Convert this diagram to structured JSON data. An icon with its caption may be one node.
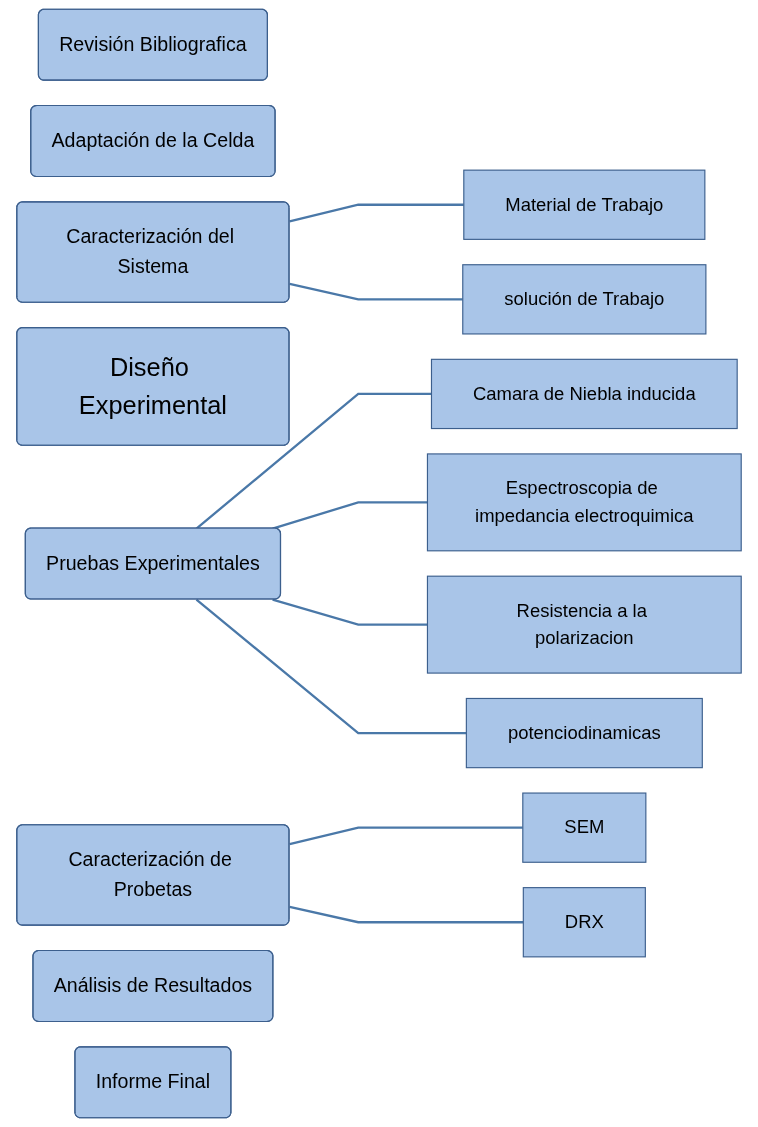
{
  "diagram": {
    "nodes": [
      {
        "text": [
          "Revisión Bibliografica"
        ]
      },
      {
        "text": [
          "Adaptación de la Celda"
        ]
      },
      {
        "text": [
          "Caracterización del Sistema"
        ]
      },
      {
        "text": [
          "Material de Trabajo"
        ]
      },
      {
        "text": [
          "solución de  Trabajo"
        ]
      },
      {
        "text": [
          "Diseño Experimental"
        ]
      },
      {
        "text": [
          "Pruebas Experimentales"
        ]
      },
      {
        "text": [
          "Camara de Niebla inducida"
        ]
      },
      {
        "text": [
          "Espectroscopia de impedancia electroquimica"
        ]
      },
      {
        "text": [
          "Resistencia a la polarizacion"
        ]
      },
      {
        "text": [
          "potenciodinamicas"
        ]
      },
      {
        "text": [
          "Caracterización de Probetas"
        ]
      },
      {
        "text": [
          "SEM"
        ]
      },
      {
        "text": [
          "DRX"
        ]
      },
      {
        "text": [
          "Análisis de Resultados"
        ]
      },
      {
        "text": [
          "Informe Final"
        ]
      }
    ],
    "edges": [
      {
        "from": 2,
        "to": 3,
        "arrow": "none"
      },
      {
        "from": 2,
        "to": 4,
        "arrow": "none"
      },
      {
        "from": 6,
        "to": 7,
        "arrow": "none"
      },
      {
        "from": 6,
        "to": 8,
        "arrow": "none"
      },
      {
        "from": 6,
        "to": 9,
        "arrow": "none"
      },
      {
        "from": 6,
        "to": 10,
        "arrow": "none"
      },
      {
        "from": 11,
        "to": 12,
        "arrow": "none"
      },
      {
        "from": 11,
        "to": 13,
        "arrow": "none"
      }
    ]
  }
}
